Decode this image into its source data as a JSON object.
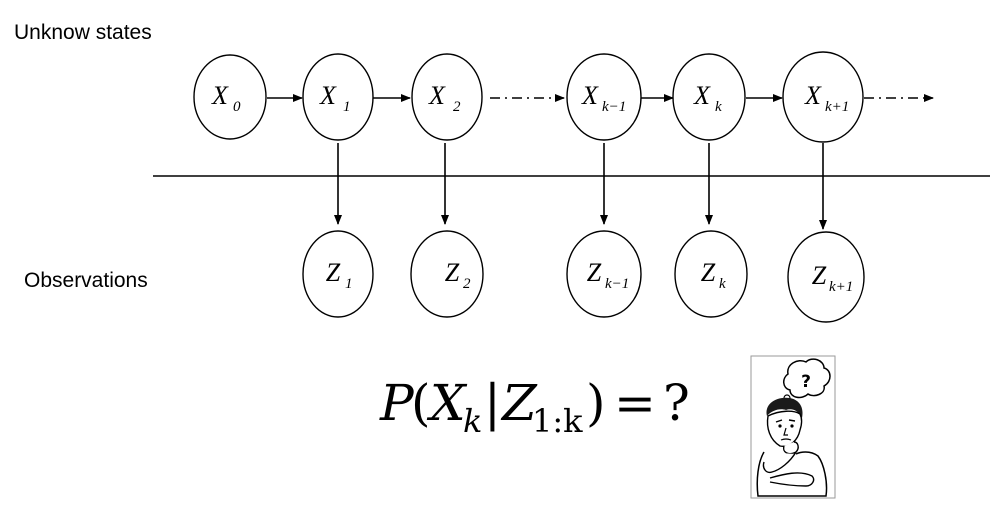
{
  "labels": {
    "states_row": "Unknow states",
    "observations_row": "Observations"
  },
  "states": [
    {
      "letter": "X",
      "sub": "0"
    },
    {
      "letter": "X",
      "sub": "1"
    },
    {
      "letter": "X",
      "sub": "2"
    },
    {
      "letter": "X",
      "sub": "k−1"
    },
    {
      "letter": "X",
      "sub": "k"
    },
    {
      "letter": "X",
      "sub": "k+1"
    }
  ],
  "observations": [
    {
      "letter": "Z",
      "sub": "1"
    },
    {
      "letter": "Z",
      "sub": "2"
    },
    {
      "letter": "Z",
      "sub": "k−1"
    },
    {
      "letter": "Z",
      "sub": "k"
    },
    {
      "letter": "Z",
      "sub": "k+1"
    }
  ],
  "formula": {
    "p": "P",
    "open": "(",
    "x": "X",
    "x_sub": "k",
    "bar": "|",
    "z": "Z",
    "z_sub": "1:k",
    "close": ")",
    "equals": "=",
    "question": "?"
  },
  "thinker": {
    "icon": "thinking-person-icon",
    "bubble_text": "?"
  }
}
